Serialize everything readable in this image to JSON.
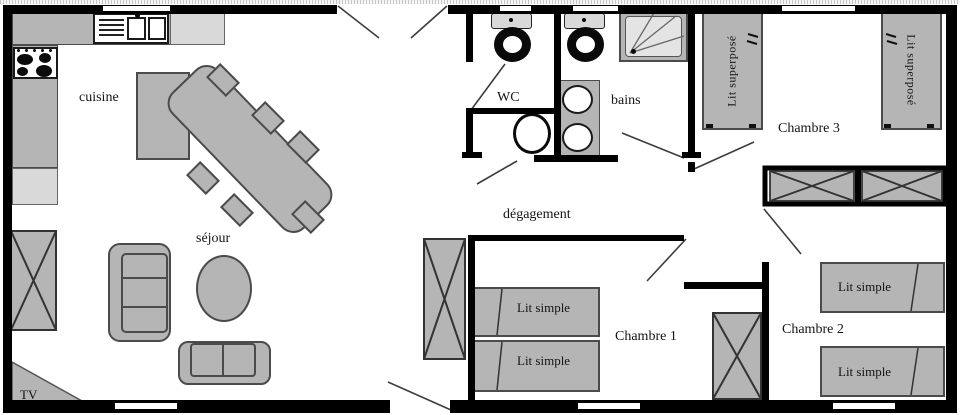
{
  "plan": {
    "rooms": {
      "cuisine": "cuisine",
      "wc": "WC",
      "bains": "bains",
      "degagement": "dégagement",
      "sejour": "séjour",
      "chambre1": "Chambre 1",
      "chambre2": "Chambre 2",
      "chambre3": "Chambre 3",
      "tv": "TV"
    },
    "furniture": {
      "lit_simple": "Lit simple",
      "lit_superpose": "Lit superposé"
    },
    "colors": {
      "wall": "#000000",
      "furniture_fill": "#b5b5b5",
      "furniture_border": "#4b4b4b",
      "light_fill": "#d9d9d9",
      "background": "#ffffff",
      "door_line": "#3d3d3d"
    }
  }
}
